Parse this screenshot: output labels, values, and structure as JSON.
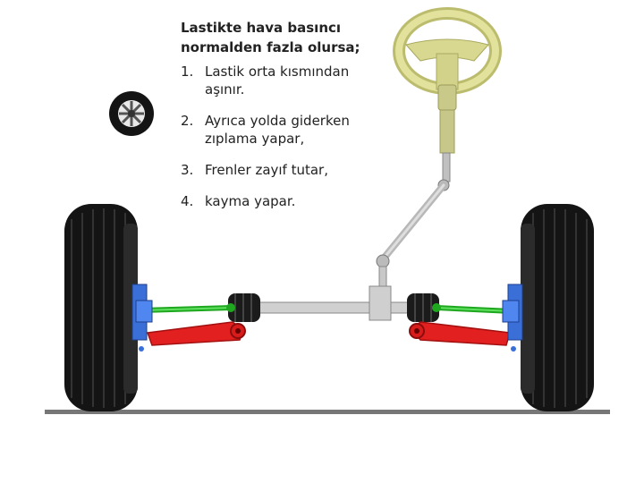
{
  "heading": {
    "line1": "Lastikte hava basıncı",
    "line2": "normalden fazla olursa;"
  },
  "items": [
    {
      "num": "1.",
      "text": "Lastik orta kısmından aşınır."
    },
    {
      "num": "2.",
      "text": "Ayrıca yolda giderken zıplama yapar,"
    },
    {
      "num": "3.",
      "text": "Frenler zayıf tutar,"
    },
    {
      "num": "4.",
      "text": "kayma yapar."
    }
  ],
  "colors": {
    "tire": "#141414",
    "wheel_hub": "#3a6fd8",
    "tie_rod": "#22bb22",
    "control_arm": "#e02020",
    "steering_wheel": "#d8d890",
    "steering_column": "#c7c78a",
    "rack": "#d0d0d0",
    "ground": "#777777"
  }
}
